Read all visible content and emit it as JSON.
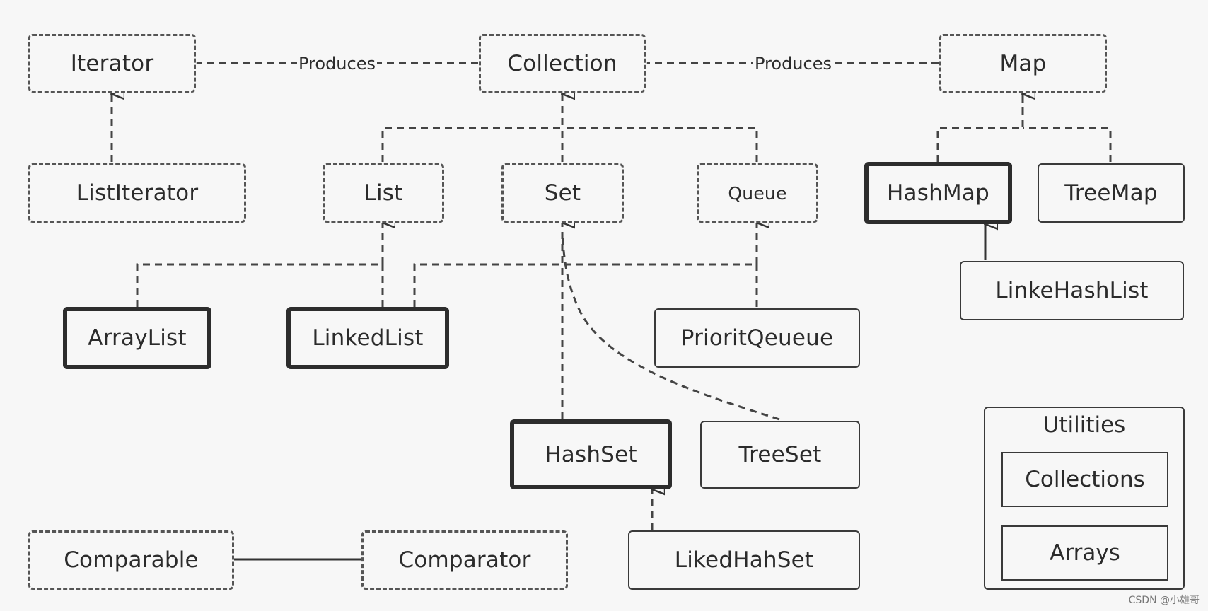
{
  "nodes": {
    "iterator": "Iterator",
    "collection": "Collection",
    "map": "Map",
    "list_iterator": "ListIterator",
    "list": "List",
    "set": "Set",
    "queue": "Queue",
    "hash_map": "HashMap",
    "tree_map": "TreeMap",
    "linked_hash_list": "LinkeHashList",
    "array_list": "ArrayList",
    "linked_list": "LinkedList",
    "priority_queue": "PrioritQeueue",
    "hash_set": "HashSet",
    "tree_set": "TreeSet",
    "linked_hash_set": "LikedHahSet",
    "comparable": "Comparable",
    "comparator": "Comparator"
  },
  "edge_labels": {
    "collection_produces_iterator": "Produces",
    "map_produces_collection": "Produces"
  },
  "utilities": {
    "title": "Utilities",
    "items": [
      "Collections",
      "Arrays"
    ]
  },
  "watermark": "CSDN @小雄哥",
  "colors": {
    "background": "#f7f7f7",
    "stroke": "#3a3a3a",
    "text": "#2b2b2b"
  }
}
